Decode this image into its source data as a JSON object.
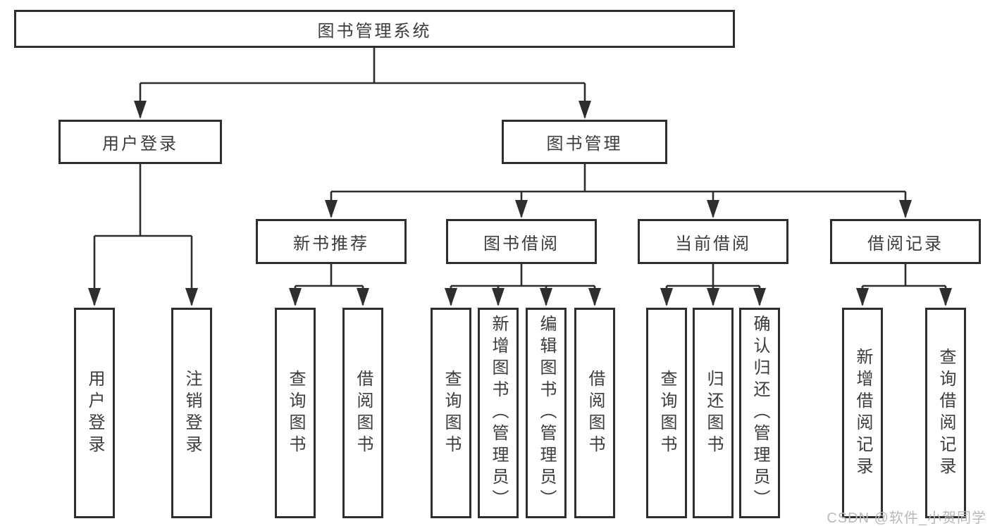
{
  "diagram": {
    "root": {
      "label": "图书管理系统"
    },
    "branches": [
      {
        "label": "用户登录",
        "children": [
          {
            "label": "用户登录"
          },
          {
            "label": "注销登录"
          }
        ]
      },
      {
        "label": "图书管理",
        "children": [
          {
            "label": "新书推荐",
            "children": [
              {
                "label": "查询图书"
              },
              {
                "label": "借阅图书"
              }
            ]
          },
          {
            "label": "图书借阅",
            "children": [
              {
                "label": "查询图书"
              },
              {
                "label": "新增图书（管理员）"
              },
              {
                "label": "编辑图书（管理员）"
              },
              {
                "label": "借阅图书"
              }
            ]
          },
          {
            "label": "当前借阅",
            "children": [
              {
                "label": "查询图书"
              },
              {
                "label": "归还图书"
              },
              {
                "label": "确认归还（管理员）"
              }
            ]
          },
          {
            "label": "借阅记录",
            "children": [
              {
                "label": "新增借阅记录"
              },
              {
                "label": "查询借阅记录"
              }
            ]
          }
        ]
      }
    ]
  },
  "watermark": {
    "text": "CSDN @软件_小贺同学"
  },
  "colors": {
    "line": "#2e2e2e",
    "box_border": "#2e2e2e",
    "box_fill": "#ffffff",
    "text": "#3c3c3c",
    "watermark": "#b9b9b9",
    "background": "#ffffff"
  }
}
